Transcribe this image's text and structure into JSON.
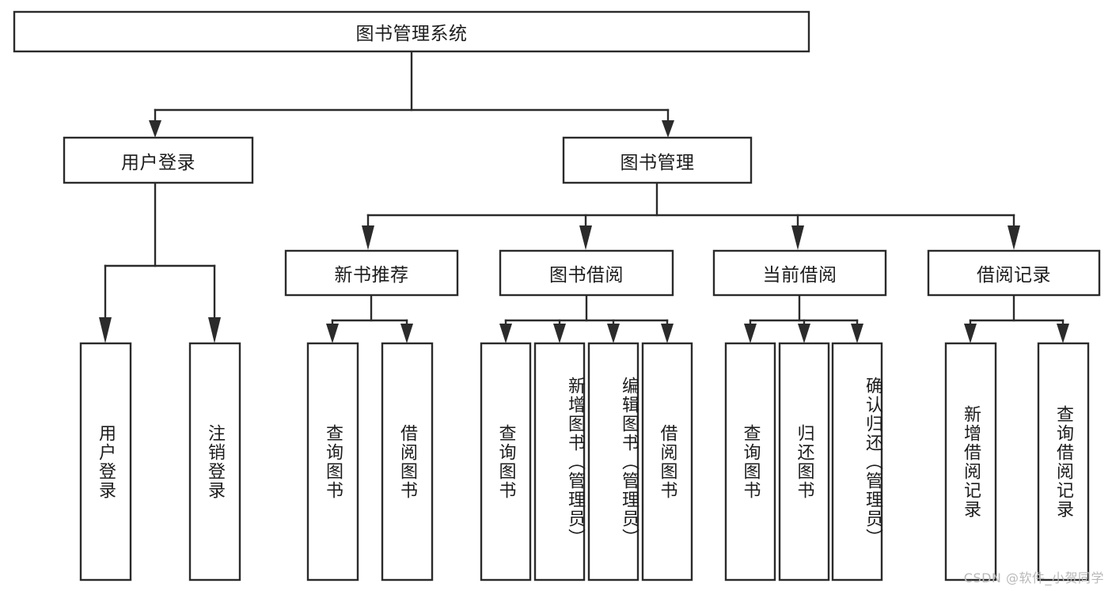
{
  "diagram": {
    "title": "图书管理系统",
    "watermark": "CSDN @软件_小贺同学",
    "type": "tree-hierarchy",
    "colors": {
      "stroke": "#2b2b2b",
      "fill": "#ffffff",
      "text": "#1c1c1c",
      "watermark": "#b9b9b9"
    },
    "root": {
      "label": "图书管理系统"
    },
    "level2": [
      {
        "label": "用户登录"
      },
      {
        "label": "图书管理"
      }
    ],
    "level3": [
      {
        "label": "新书推荐"
      },
      {
        "label": "图书借阅"
      },
      {
        "label": "当前借阅"
      },
      {
        "label": "借阅记录"
      }
    ],
    "leaves": {
      "user_login": [
        {
          "label": "用户登录"
        },
        {
          "label": "注销登录"
        }
      ],
      "new_book_recommend": [
        {
          "label": "查询图书"
        },
        {
          "label": "借阅图书"
        }
      ],
      "book_borrow": [
        {
          "label": "查询图书"
        },
        {
          "label": "新增图书（管理员）"
        },
        {
          "label": "编辑图书（管理员）"
        },
        {
          "label": "借阅图书"
        }
      ],
      "current_borrow": [
        {
          "label": "查询图书"
        },
        {
          "label": "归还图书"
        },
        {
          "label": "确认归还（管理员）"
        }
      ],
      "borrow_record": [
        {
          "label": "新增借阅记录"
        },
        {
          "label": "查询借阅记录"
        }
      ]
    }
  }
}
